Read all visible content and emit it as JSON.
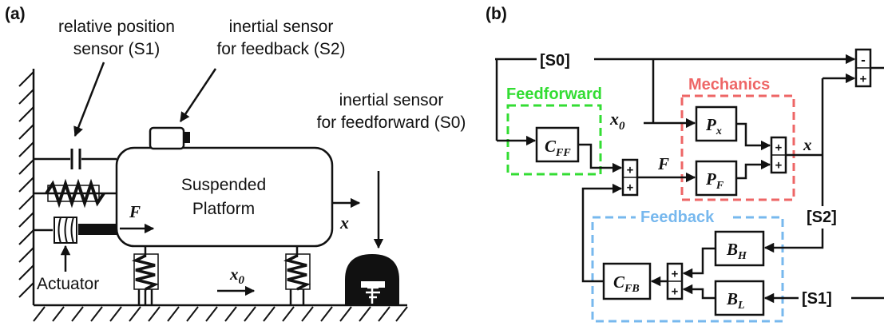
{
  "panel_a": {
    "tag": "(a)",
    "label_s1_line1": "relative position",
    "label_s1_line2": "sensor (S1)",
    "label_s2_line1": "inertial sensor",
    "label_s2_line2": "for feedback (S2)",
    "label_s0_line1": "inertial sensor",
    "label_s0_line2": "for feedforward (S0)",
    "platform_line1": "Suspended",
    "platform_line2": "Platform",
    "force": "F",
    "disp": "x",
    "ground_disp": "x",
    "ground_disp_sub": "0",
    "actuator": "Actuator"
  },
  "panel_b": {
    "tag": "(b)",
    "s0": "[S0]",
    "s1": "[S1]",
    "s2": "[S2]",
    "feedforward": "Feedforward",
    "mechanics": "Mechanics",
    "feedback": "Feedback",
    "x0": "x",
    "x0_sub": "0",
    "F": "F",
    "x": "x",
    "cff": "C",
    "cff_sub": "FF",
    "px": "P",
    "px_sub": "x",
    "pf": "P",
    "pf_sub": "F",
    "cfb": "C",
    "cfb_sub": "FB",
    "bh": "B",
    "bh_sub": "H",
    "bl": "B",
    "bl_sub": "L",
    "plus": "+",
    "minus": "-"
  },
  "colors": {
    "feedforward": "#33dd33",
    "mechanics": "#ee6666",
    "feedback": "#77b8ee"
  }
}
